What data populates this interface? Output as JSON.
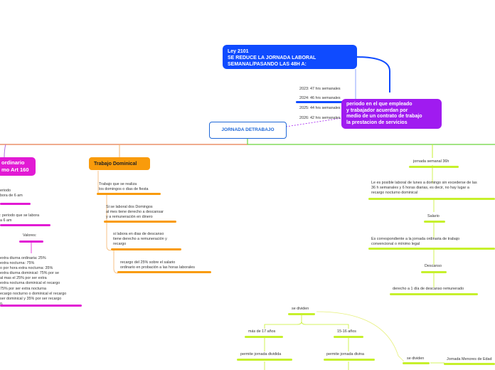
{
  "law_box": {
    "line1": "Ley 2101",
    "line2": "SE REDUCE LA JORNADA LABORAL",
    "line3": "SEMANAL/PASANDO LAS 48H A:"
  },
  "hours_schedule": [
    "2023: 47 hrs semanales",
    "2024: 46 hrs semanales",
    "2025: 44 hrs semanales",
    "2026: 42 hrs semanales"
  ],
  "definition_box": {
    "line1": "periodo en el que empleado",
    "line2": "y trabajador acuerdan por",
    "line3": "medio de un contrato de trabajo",
    "line4": "la prestacion de servicios"
  },
  "center_topic": "JORNADA DETRABAJO",
  "ordinario": {
    "title1": "ordinario",
    "title2": "mo Art 160",
    "item1": "eriodo\nbora de 6 am",
    "item2": ": periodo que se labora\na 6 am",
    "valores_label": "Valores:",
    "valores_text": "extra diurna ordinaria: 25%\nextra nocturna: 75%\no por hora extra nocturna: 35%\nextra diurna dominical: 75% por se\nal mas el 25% por ser extra\nextra nocturna dominical el recargo\n75% por ser extra nocturna\necargo nocturno o dominical el recargo\nser dominical y 35% por ser recargo\no."
  },
  "dominical": {
    "title": "Trabajo Dominical",
    "item1": "Trabajo que se realiza\nlos domingos o dias de fiesta",
    "item2": "Si se laboral dos Domingos\nal mes tiene derecho a descansar\ny a remuneración en dinero",
    "item3": "si labora en dias de descanso\ntiene derecho a remuneración y\nrecargo",
    "item4": "recargo del 25% sobre el salario\nordinario en probación a las horas laborales"
  },
  "semanal": {
    "title": "jornada semanal 36h",
    "item1": "Le es posible laboral de lunes a domingo sin excederse de las\n36 h semanales y 6 horas diarias, es decir, no hay lugar a\nrecargo nocturno dominical",
    "salario_label": "Salario",
    "salario_text": "Es correspondiente a la jornada ordinaria de trabajo\nconvencional o mínimo legal",
    "descanso_label": "Descanso",
    "descanso_text": "derecho a 1 día de descanso remunerado"
  },
  "menores": {
    "se_dividen_1": "se dividen",
    "age1": "más de 17 años",
    "age2": "15-16 años",
    "rule1": "permite jornada dividida",
    "rule2": "permite jornada divina",
    "se_dividen_2": "se dividen",
    "title": "Jornada Menores de Edad"
  }
}
